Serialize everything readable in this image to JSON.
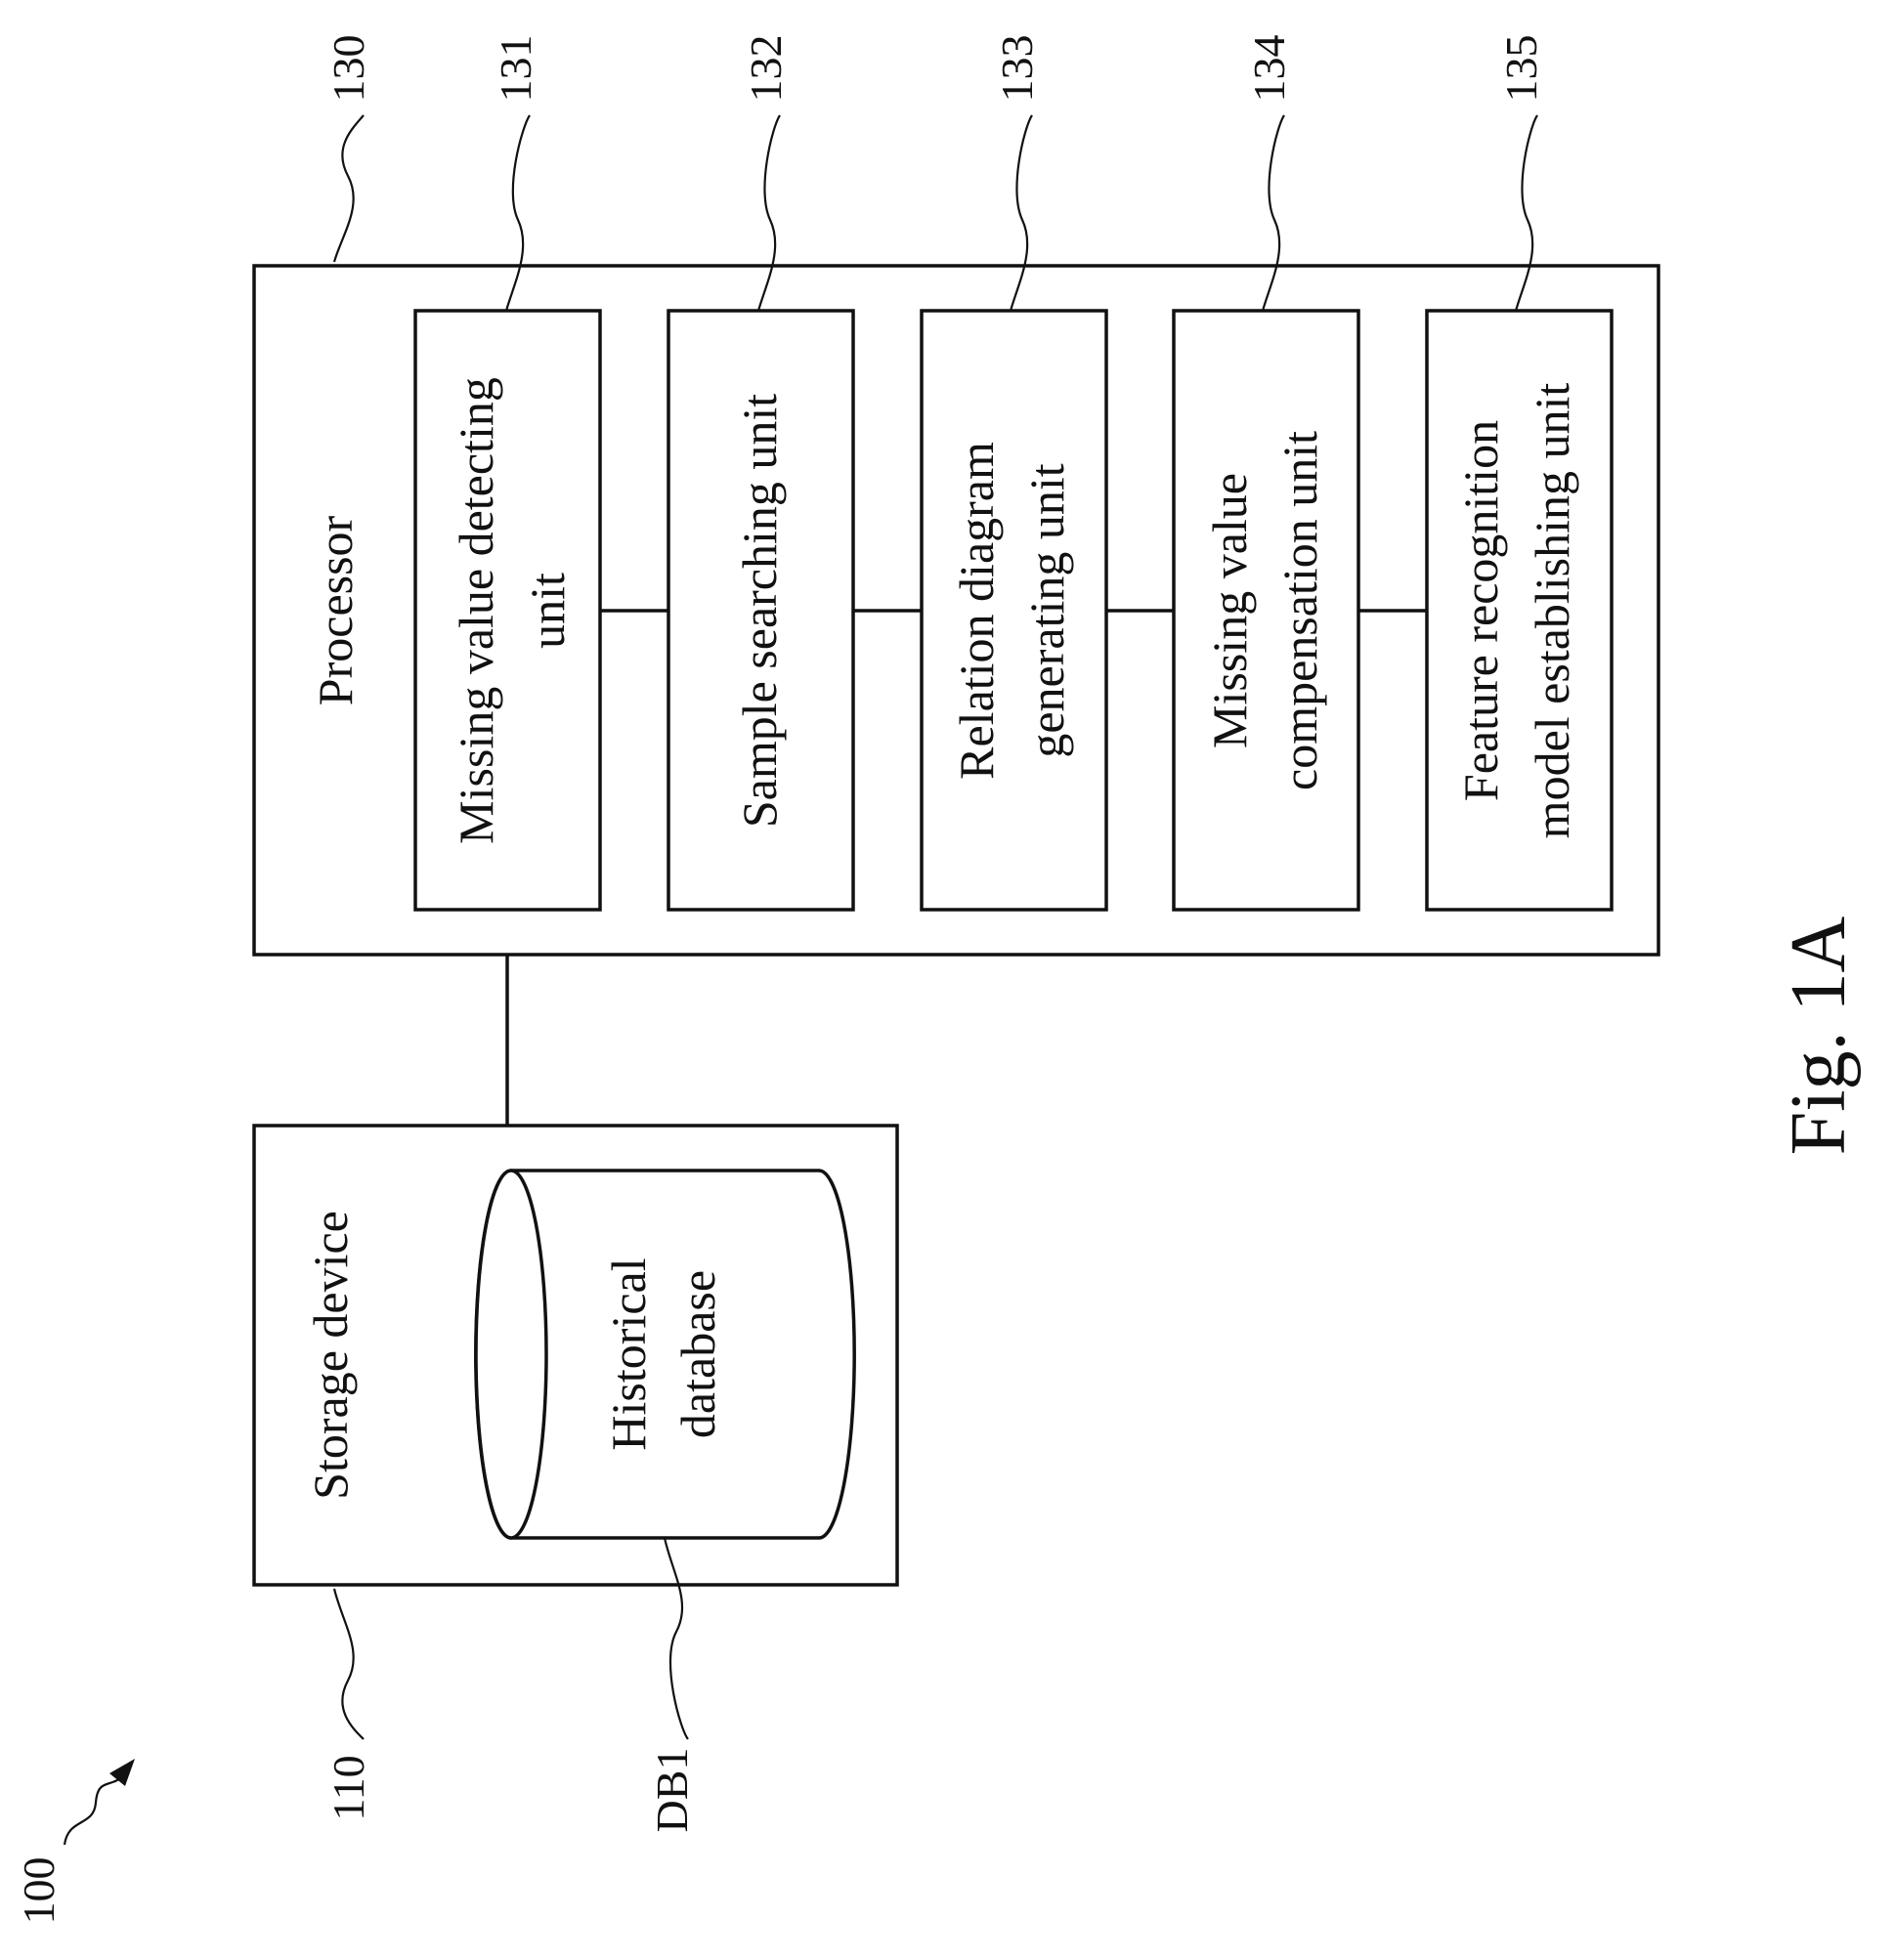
{
  "figure": {
    "caption": "Fig. 1A",
    "system_ref": "100"
  },
  "storage_device": {
    "label": "Storage device",
    "ref": "110",
    "database": {
      "label_line1": "Historical",
      "label_line2": "database",
      "ref": "DB1"
    }
  },
  "processor": {
    "label": "Processor",
    "ref": "130",
    "units": [
      {
        "ref": "131",
        "line1": "Missing value detecting",
        "line2": "unit"
      },
      {
        "ref": "132",
        "line1": "Sample searching unit",
        "line2": ""
      },
      {
        "ref": "133",
        "line1": "Relation diagram",
        "line2": "generating unit"
      },
      {
        "ref": "134",
        "line1": "Missing value",
        "line2": "compensation unit"
      },
      {
        "ref": "135",
        "line1": "Feature recognition",
        "line2": "model establishing unit"
      }
    ]
  }
}
